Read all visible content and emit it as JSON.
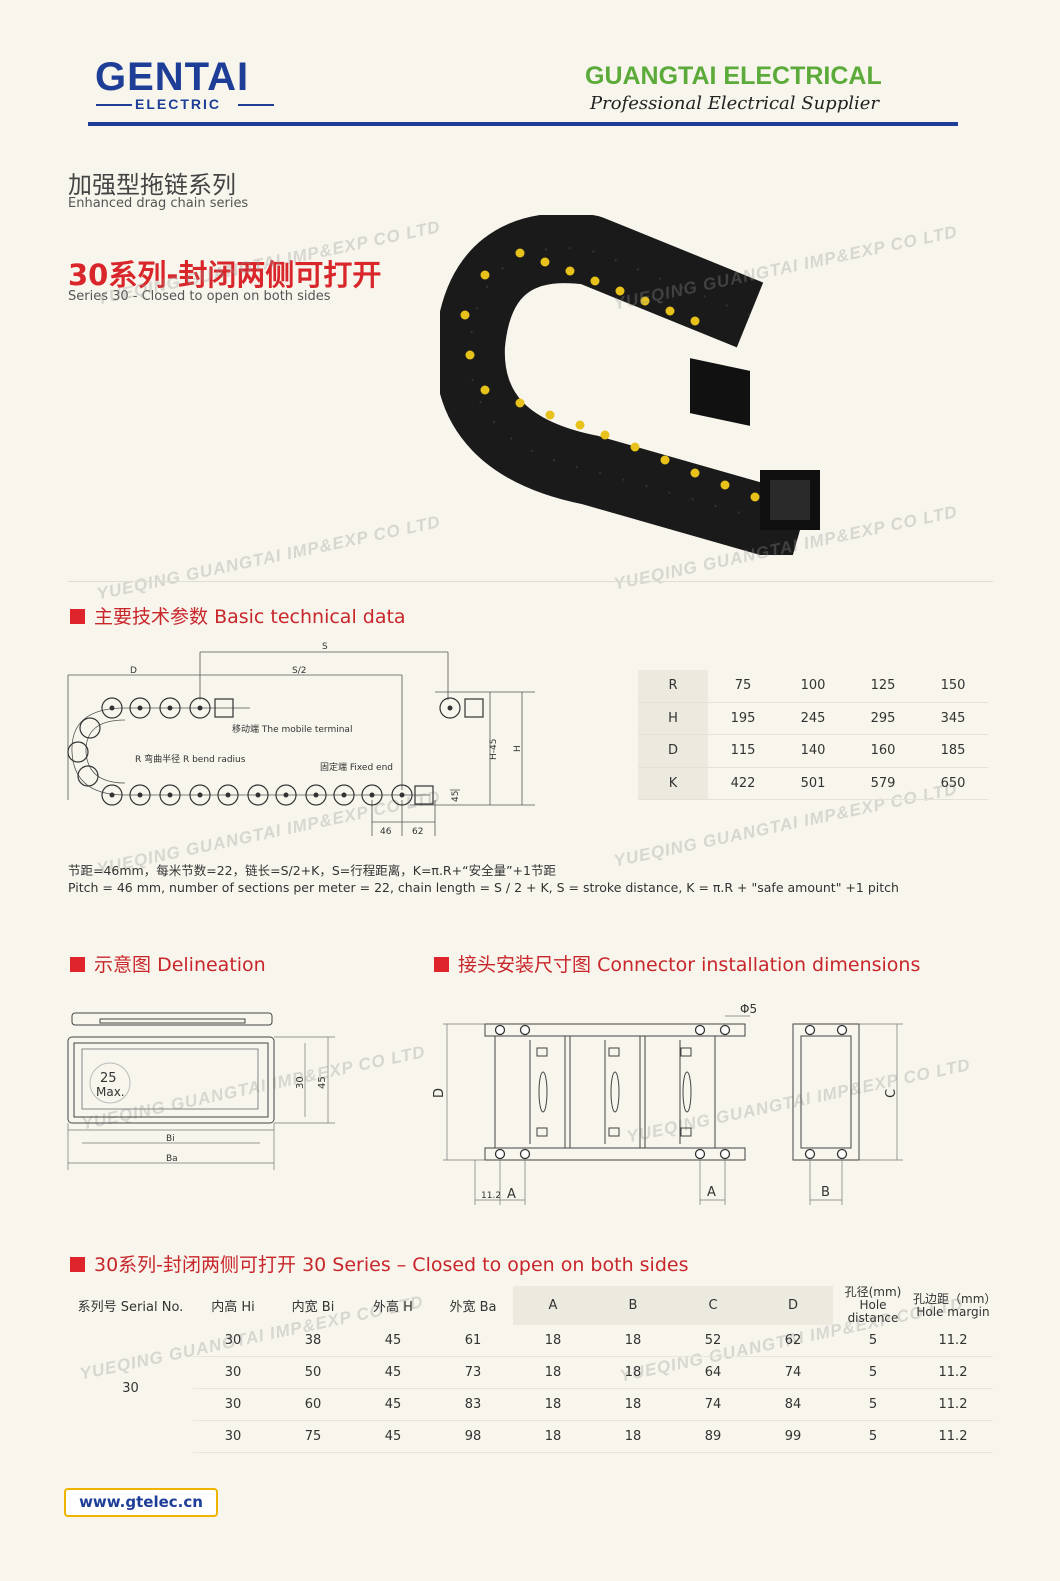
{
  "header": {
    "logo_main": "GENTAI",
    "logo_sub": "ELECTRIC",
    "company": "GUANGTAI ELECTRICAL",
    "tagline": "Professional Electrical Supplier"
  },
  "category": {
    "cn": "加强型拖链系列",
    "en": "Enhanced drag chain series"
  },
  "series": {
    "cn": "30系列-封闭两侧可打开",
    "en": "Series 30 - Closed to open on both sides"
  },
  "watermark": "YUEQING GUANGTAI IMP&EXP CO LTD",
  "basic": {
    "title_cn": "主要技术参数",
    "title_en": "Basic technical data",
    "labels": {
      "s": "S",
      "s2": "S/2",
      "d": "D",
      "mobile": "移动端 The mobile terminal",
      "radius": "R 弯曲半径 R bend radius",
      "fixed": "固定端 Fixed end",
      "h45": "H-45",
      "h": "H",
      "n45": "45",
      "n46": "46",
      "n62": "62"
    },
    "params": [
      {
        "label": "R",
        "values": [
          "75",
          "100",
          "125",
          "150"
        ]
      },
      {
        "label": "H",
        "values": [
          "195",
          "245",
          "295",
          "345"
        ]
      },
      {
        "label": "D",
        "values": [
          "115",
          "140",
          "160",
          "185"
        ]
      },
      {
        "label": "K",
        "values": [
          "422",
          "501",
          "579",
          "650"
        ]
      }
    ],
    "note_cn": "节距=46mm，每米节数=22，链长=S/2+K，S=行程距离，K=π.R+“安全量”+1节距",
    "note_en": "Pitch = 46 mm, number of sections per meter = 22, chain length = S / 2 + K, S = stroke distance, K = π.R + \"safe amount\" +1 pitch"
  },
  "delineation": {
    "title_cn": "示意图",
    "title_en": "Delineation",
    "max_num": "25",
    "max_label": "Max.",
    "d30": "30",
    "d45": "45",
    "bi": "Bi",
    "ba": "Ba"
  },
  "connector": {
    "title_cn": "接头安装尺寸图",
    "title_en": "Connector installation dimensions",
    "phi": "Φ5",
    "d": "D",
    "c": "C",
    "a": "A",
    "b": "B",
    "n112": "11.2"
  },
  "spec": {
    "title": "30系列-封闭两侧可打开 30 Series – Closed to open on both sides",
    "headers": [
      "系列号 Serial No.",
      "内高 Hi",
      "内宽 Bi",
      "外高 H",
      "外宽 Ba",
      "A",
      "B",
      "C",
      "D"
    ],
    "hole_cn": "孔径(mm)",
    "hole_en": "Hole distance",
    "margin_cn": "孔边距（mm）",
    "margin_en": "Hole margin",
    "serial": "30",
    "rows": [
      [
        "30",
        "38",
        "45",
        "61",
        "18",
        "18",
        "52",
        "62",
        "5",
        "11.2"
      ],
      [
        "30",
        "50",
        "45",
        "73",
        "18",
        "18",
        "64",
        "74",
        "5",
        "11.2"
      ],
      [
        "30",
        "60",
        "45",
        "83",
        "18",
        "18",
        "74",
        "84",
        "5",
        "11.2"
      ],
      [
        "30",
        "75",
        "45",
        "98",
        "18",
        "18",
        "89",
        "99",
        "5",
        "11.2"
      ]
    ]
  },
  "footer": {
    "url": "www.gtelec.cn"
  }
}
